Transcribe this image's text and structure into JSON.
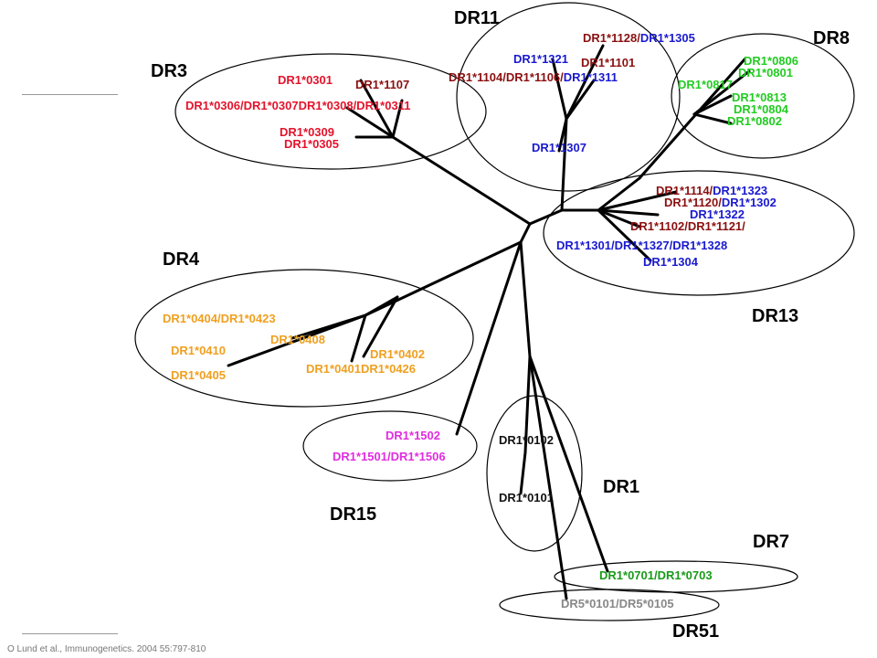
{
  "citation": "O Lund et al., Immunogenetics. 2004 55:797-810",
  "colors": {
    "DR3": "#e4132b",
    "DR11_dark": "#8b1010",
    "blue": "#1a1ad0",
    "DR8": "#22cc22",
    "DR4": "#f0a020",
    "DR15": "#e02de0",
    "DR1": "#111111",
    "DR7": "#1a9a1a",
    "DR51": "#888888"
  },
  "groups": [
    "DR3",
    "DR11",
    "DR8",
    "DR4",
    "DR13",
    "DR15",
    "DR1",
    "DR7",
    "DR51"
  ],
  "alleles": {
    "dr3": [
      "DR1*0301",
      "DR1*1107",
      "DR1*0306/DR1*0307DR1*0308/DR1*0311",
      "DR1*0309",
      "DR1*0305"
    ],
    "dr11": [
      "DR1*1128/",
      "DR1*1305",
      "DR1*1321",
      "DR1*1101",
      "DR1*1104/DR1*1106/",
      "DR1*1311",
      "DR1*1307"
    ],
    "dr8": [
      "DR1*0806",
      "DR1*0801",
      "DR1*0817",
      "DR1*0813",
      "DR1*0804",
      "DR1*0802"
    ],
    "dr13": [
      "DR1*1114/",
      "DR1*1323",
      "DR1*1120/",
      "DR1*1302",
      "DR1*1322",
      "DR1*1102/DR1*1121/",
      "DR1*1301/DR1*1327/DR1*1328",
      "DR1*1304"
    ],
    "dr4": [
      "DR1*0404/DR1*0423",
      "DR1*0408",
      "DR1*0410",
      "DR1*0405",
      "DR1*0402",
      "DR1*0401",
      "DR1*0426"
    ],
    "dr15": [
      "DR1*1502",
      "DR1*1501/DR1*1506"
    ],
    "dr1": [
      "DR1*0102",
      "DR1*0101"
    ],
    "dr7": [
      "DR1*0701/DR1*0703"
    ],
    "dr51": [
      "DR5*0101/DR5*0105"
    ]
  }
}
